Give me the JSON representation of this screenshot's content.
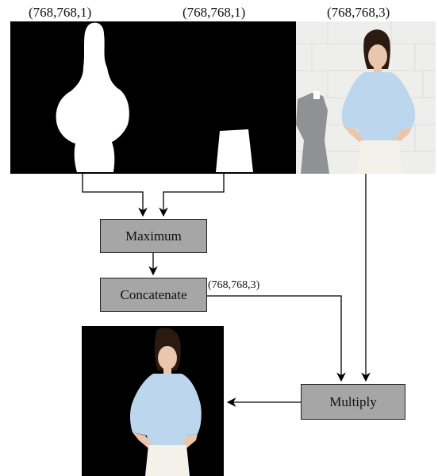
{
  "inputs": {
    "mask_a_shape": "(768,768,1)",
    "mask_b_shape": "(768,768,1)",
    "image_shape": "(768,768,3)"
  },
  "nodes": {
    "maximum": "Maximum",
    "concatenate": "Concatenate",
    "multiply": "Multiply"
  },
  "edges": {
    "concat_out_shape": "(768,768,3)"
  },
  "colors": {
    "node_fill": "#a6a6a6",
    "wall": "#eeeeec",
    "shirt": "#bcd6ee",
    "skirt": "#f4f1ea",
    "hair": "#2a1a12",
    "skin": "#e9c6ae"
  }
}
